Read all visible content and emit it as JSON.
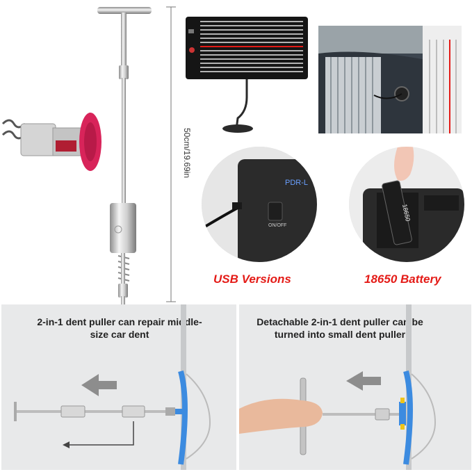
{
  "dimension_label": "50cm/19.69in",
  "usb_label": "USB Versions",
  "battery_label": "18650 Battery",
  "device_label": "PDR-L",
  "device_button_label": "ON/OFF",
  "left_caption": "2-in-1 dent puller can repair middle-size car dent",
  "right_caption": "Detachable 2-in-1 dent puller can be turned into small dent puller",
  "battery_text": "18650",
  "colors": {
    "accent_red": "#e41b17",
    "panel_bg": "#e8e9ea",
    "dent_blue": "#3c8be0",
    "arrow_gray": "#8d8d8d"
  }
}
